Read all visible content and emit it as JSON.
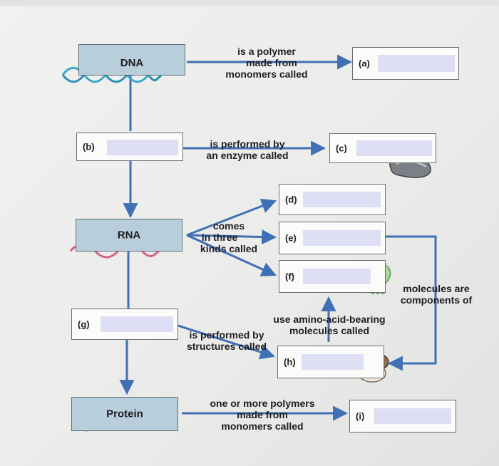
{
  "nodes": {
    "dna": "DNA",
    "rna": "RNA",
    "protein": "Protein"
  },
  "blanks": {
    "a": "(a)",
    "b": "(b)",
    "c": "(c)",
    "d": "(d)",
    "e": "(e)",
    "f": "(f)",
    "g": "(g)",
    "h": "(h)",
    "i": "(i)"
  },
  "phrases": {
    "polymer_line1": "is a polymer",
    "polymer_line2": "made from",
    "polymer_line3": "monomers called",
    "enzyme_line1": "is performed by",
    "enzyme_line2": "an enzyme called",
    "comes_line1": "comes",
    "comes_line2": "in three",
    "comes_line3": "kinds called",
    "molecules_line1": "molecules are",
    "molecules_line2": "components of",
    "amino_line1": "use amino-acid-bearing",
    "amino_line2": "molecules called",
    "structures_line1": "is performed by",
    "structures_line2": "structures called",
    "protein_line1": "one or more polymers",
    "protein_line2": "made from",
    "protein_line3": "monomers called"
  },
  "colors": {
    "arrow": "#3f6fb5",
    "main_box": "#b8cfdb",
    "answer_fill": "#dedff5",
    "dna_strand": "#3ba7c9",
    "rna_strand": "#d8608a",
    "protein_strand": "#7a6bb3"
  }
}
